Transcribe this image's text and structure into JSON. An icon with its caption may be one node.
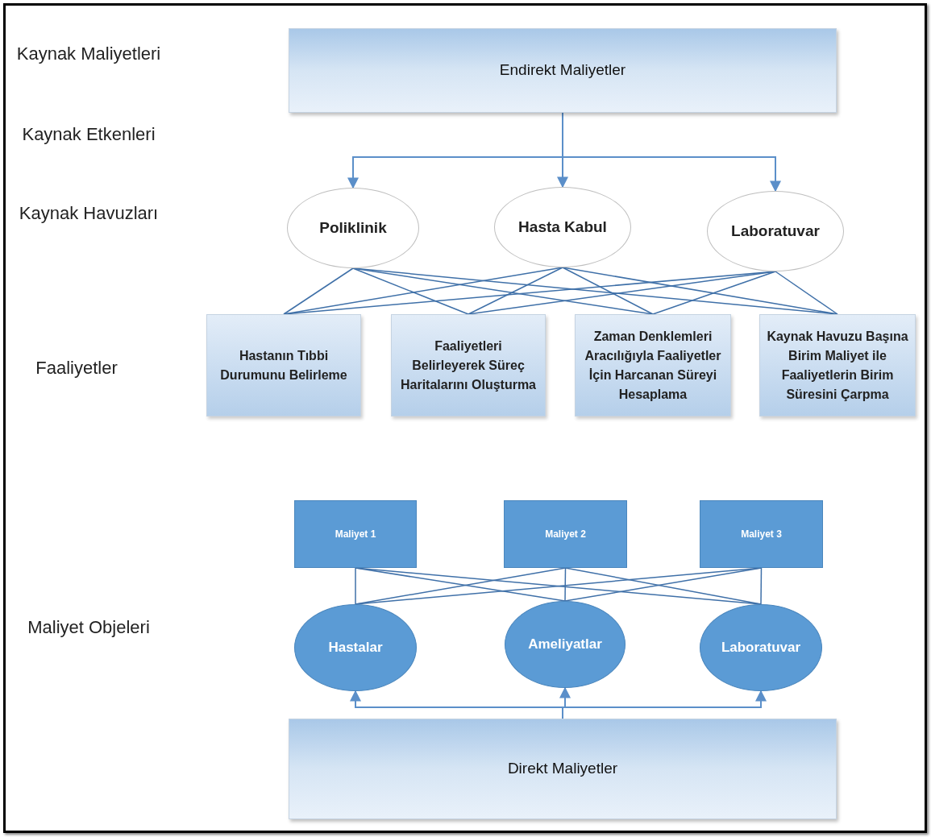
{
  "diagram": {
    "nodes": [
      {
        "text": [
          "Endirekt Maliyetler"
        ]
      },
      {
        "text": [
          "Poliklinik"
        ]
      },
      {
        "text": [
          "Hasta Kabul"
        ]
      },
      {
        "text": [
          "Laboratuvar"
        ]
      },
      {
        "text": [
          "Hastanın Tıbbi Durumunu Belirleme"
        ]
      },
      {
        "text": [
          "Faaliyetleri Belirleyerek Süreç Haritalarını Oluşturma"
        ]
      },
      {
        "text": [
          "Zaman Denklemleri Aracılığıyla Faaliyetler İçin Harcanan Süreyi Hesaplama"
        ]
      },
      {
        "text": [
          "Kaynak Havuzu Başına Birim Maliyet ile Faaliyetlerin Birim Süresini Çarpma"
        ]
      },
      {
        "text": [
          "Maliyet 1"
        ]
      },
      {
        "text": [
          "Maliyet 2"
        ]
      },
      {
        "text": [
          "Maliyet 3"
        ]
      },
      {
        "text": [
          "Hastalar"
        ]
      },
      {
        "text": [
          "Ameliyatlar"
        ]
      },
      {
        "text": [
          "Laboratuvar"
        ]
      },
      {
        "text": [
          "Direkt Maliyetler"
        ]
      }
    ],
    "edges": [
      {
        "from": 0,
        "to": 1,
        "arrow": "to"
      },
      {
        "from": 0,
        "to": 2,
        "arrow": "to"
      },
      {
        "from": 0,
        "to": 3,
        "arrow": "to"
      },
      {
        "from": 1,
        "to": 4,
        "arrow": "none"
      },
      {
        "from": 1,
        "to": 5,
        "arrow": "none"
      },
      {
        "from": 1,
        "to": 6,
        "arrow": "none"
      },
      {
        "from": 1,
        "to": 7,
        "arrow": "none"
      },
      {
        "from": 2,
        "to": 4,
        "arrow": "none"
      },
      {
        "from": 2,
        "to": 5,
        "arrow": "none"
      },
      {
        "from": 2,
        "to": 6,
        "arrow": "none"
      },
      {
        "from": 2,
        "to": 7,
        "arrow": "none"
      },
      {
        "from": 3,
        "to": 4,
        "arrow": "none"
      },
      {
        "from": 3,
        "to": 5,
        "arrow": "none"
      },
      {
        "from": 3,
        "to": 6,
        "arrow": "none"
      },
      {
        "from": 3,
        "to": 7,
        "arrow": "none"
      },
      {
        "from": 8,
        "to": 11,
        "arrow": "none"
      },
      {
        "from": 8,
        "to": 12,
        "arrow": "none"
      },
      {
        "from": 8,
        "to": 13,
        "arrow": "none"
      },
      {
        "from": 9,
        "to": 11,
        "arrow": "none"
      },
      {
        "from": 9,
        "to": 12,
        "arrow": "none"
      },
      {
        "from": 9,
        "to": 13,
        "arrow": "none"
      },
      {
        "from": 10,
        "to": 11,
        "arrow": "none"
      },
      {
        "from": 10,
        "to": 12,
        "arrow": "none"
      },
      {
        "from": 10,
        "to": 13,
        "arrow": "none"
      },
      {
        "from": 14,
        "to": 11,
        "arrow": "to"
      },
      {
        "from": 14,
        "to": 12,
        "arrow": "to"
      },
      {
        "from": 14,
        "to": 13,
        "arrow": "to"
      }
    ],
    "labels": [
      "Kaynak Maliyetleri",
      "Kaynak Etkenleri",
      "Kaynak Havuzları",
      "Faaliyetler",
      "Maliyet Objeleri"
    ]
  }
}
